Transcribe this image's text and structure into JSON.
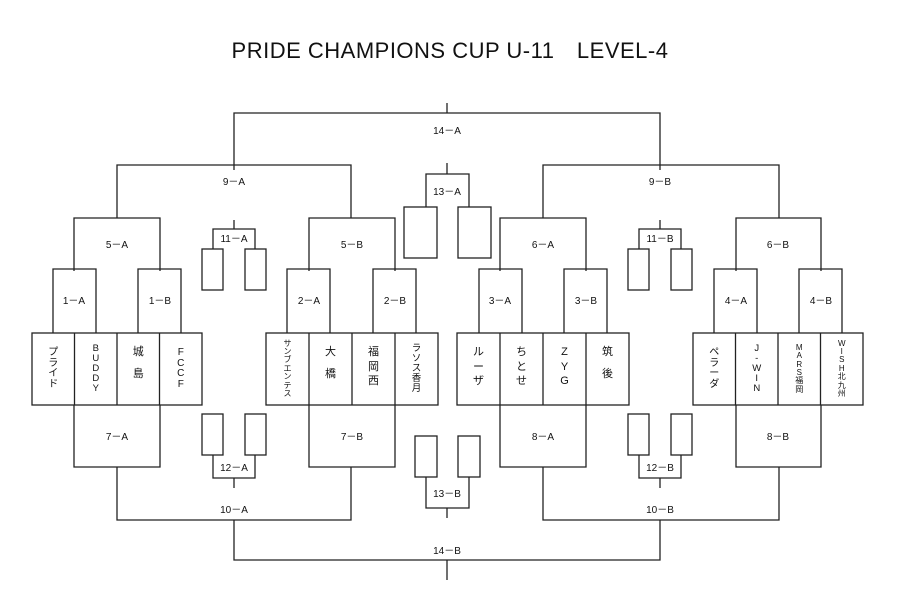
{
  "title": "PRIDE CHAMPIONS CUP U-11　LEVEL-4",
  "matches": {
    "m1a": "1－A",
    "m1b": "1－B",
    "m2a": "2－A",
    "m2b": "2－B",
    "m3a": "3－A",
    "m3b": "3－B",
    "m4a": "4－A",
    "m4b": "4－B",
    "m5a": "5－A",
    "m5b": "5－B",
    "m6a": "6－A",
    "m6b": "6－B",
    "m7a": "7－A",
    "m7b": "7－B",
    "m8a": "8－A",
    "m8b": "8－B",
    "m9a": "9－A",
    "m9b": "9－B",
    "m10a": "10－A",
    "m10b": "10－B",
    "m11a": "11－A",
    "m11b": "11－B",
    "m12a": "12－A",
    "m12b": "12－B",
    "m13a": "13－A",
    "m13b": "13－B",
    "m14a": "14－A",
    "m14b": "14－B"
  },
  "teams": [
    "プライド",
    "BUDDY",
    "城島",
    "FCCF",
    "サンブエンテス",
    "大橋",
    "福岡西",
    "ラソス香月",
    "ルーザ",
    "ちとせ",
    "ZYG",
    "筑後",
    "ペラーダ",
    "J-WIN",
    "MARS福岡",
    "WISH北九州"
  ]
}
